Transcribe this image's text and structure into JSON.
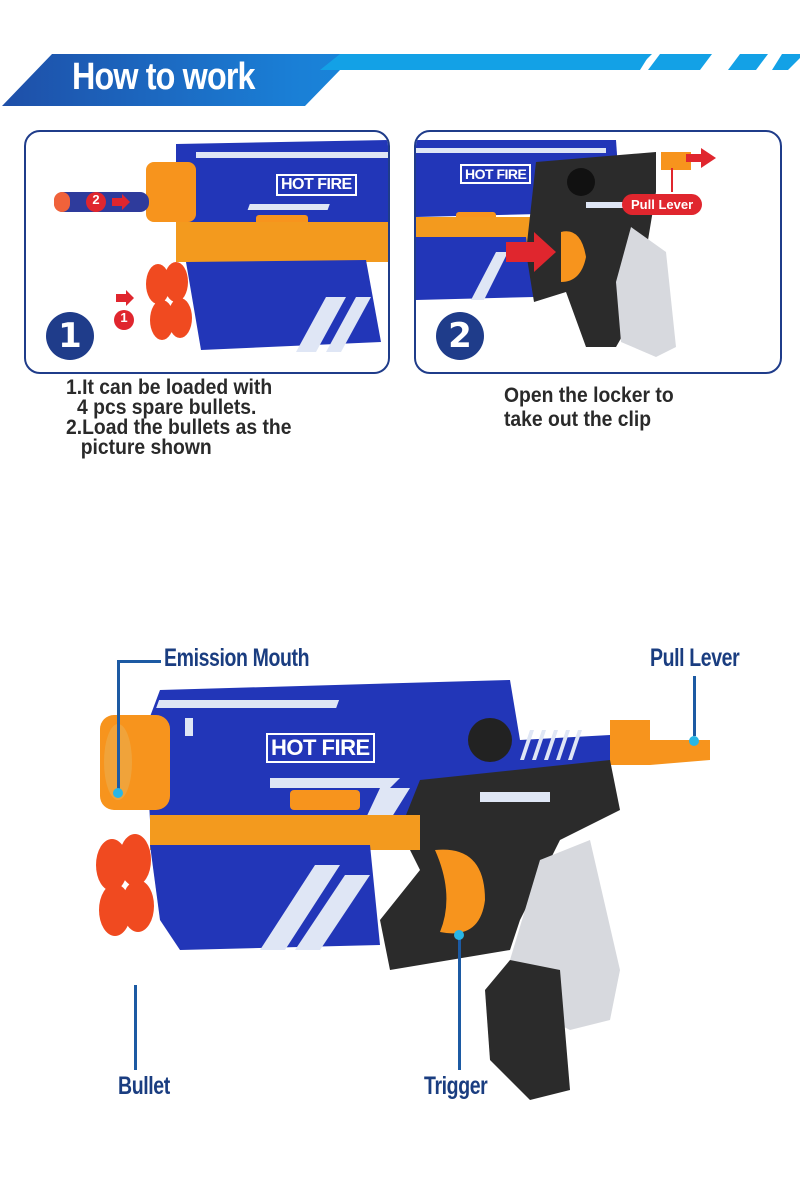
{
  "header": {
    "title": "How to work",
    "colors": {
      "dark_blue": "#1e4fa8",
      "light_blue": "#13a1e6"
    }
  },
  "steps": [
    {
      "number": "1",
      "image_label": "HOT FIRE",
      "markers": [
        "2",
        "1"
      ],
      "description": [
        "1.It can be loaded with",
        "4 pcs spare bullets.",
        "2.Load the bullets as the",
        "picture shown"
      ]
    },
    {
      "number": "2",
      "image_label": "HOT FIRE",
      "callout": "Pull Lever",
      "description": [
        "Open the locker to",
        "take out the clip"
      ]
    }
  ],
  "diagram": {
    "brand_label": "HOT FIRE",
    "parts": [
      {
        "name": "Emission Mouth"
      },
      {
        "name": "Pull Lever"
      },
      {
        "name": "Bullet"
      },
      {
        "name": "Trigger"
      }
    ]
  },
  "colors": {
    "panel_border": "#1f3c8a",
    "label_text": "#1a3d80",
    "leader_line": "#1c5aa3",
    "leader_dot": "#29b6e6",
    "accent_red": "#e0262e",
    "blaster_blue": "#2236b8",
    "blaster_orange": "#f7941d",
    "grip_black": "#2b2b2b"
  }
}
